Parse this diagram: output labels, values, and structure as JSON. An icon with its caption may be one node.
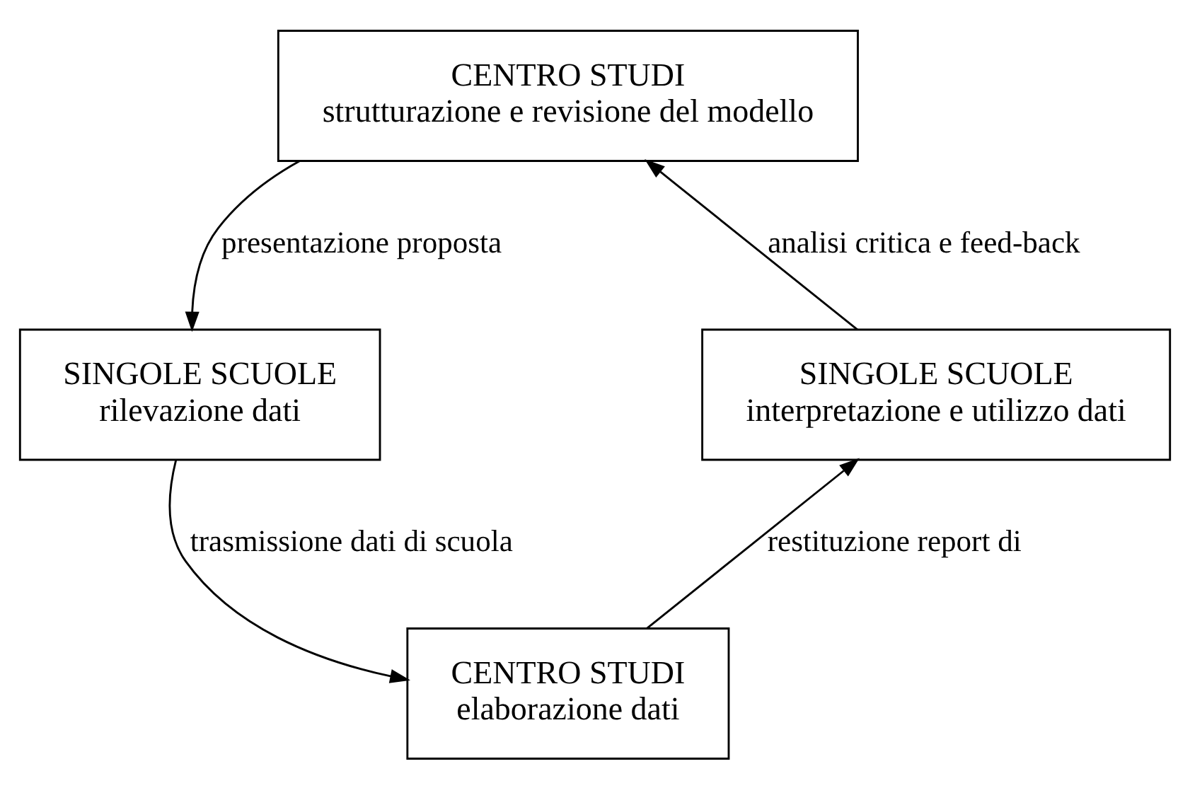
{
  "diagram": {
    "nodes": [
      {
        "text": [
          "CENTRO STUDI",
          "strutturazione e revisione del modello"
        ]
      },
      {
        "text": [
          "SINGOLE SCUOLE",
          "interpretazione e utilizzo dati"
        ]
      },
      {
        "text": [
          "SINGOLE SCUOLE",
          "rilevazione dati"
        ]
      },
      {
        "text": [
          "CENTRO STUDI",
          "elaborazione dati"
        ]
      }
    ],
    "edges": [
      {
        "from": 0,
        "to": 2,
        "arrow": "to",
        "label": "presentazione proposta"
      },
      {
        "from": 2,
        "to": 3,
        "arrow": "to",
        "label": "trasmissione dati di scuola"
      },
      {
        "from": 3,
        "to": 1,
        "arrow": "to",
        "label": "restituzione report di"
      },
      {
        "from": 1,
        "to": 0,
        "arrow": "to",
        "label": "analisi critica e feed-back"
      }
    ]
  }
}
